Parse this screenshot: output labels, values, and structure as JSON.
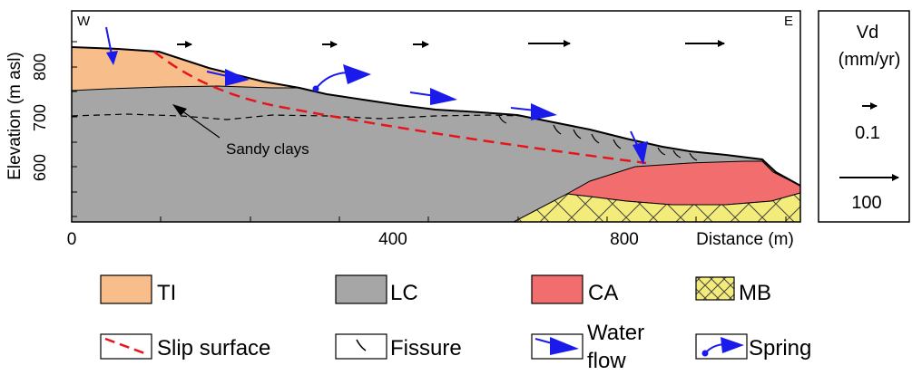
{
  "section": {
    "west_label": "W",
    "east_label": "E",
    "y_axis_label": "Elevation (m asl)",
    "x_axis_label": "Distance (m)",
    "y_ticks": [
      "600",
      "700",
      "800"
    ],
    "x_ticks": [
      "0",
      "400",
      "800"
    ],
    "annotation": "Sandy clays"
  },
  "velocity_box": {
    "title": "Vd",
    "unit": "(mm/yr)",
    "scale_small": "0.1",
    "scale_large": "100"
  },
  "legend": {
    "ti": "TI",
    "lc": "LC",
    "ca": "CA",
    "mb": "MB",
    "slip": "Slip surface",
    "fissure": "Fissure",
    "water_flow_line1": "Water",
    "water_flow_line2": "flow",
    "spring": "Spring"
  },
  "colors": {
    "ti": "#f7bd8a",
    "lc": "#a6a6a6",
    "ca": "#f26d6d",
    "mb": "#f3ec7a",
    "slip": "#e8141c",
    "water": "#1a1aeb"
  }
}
